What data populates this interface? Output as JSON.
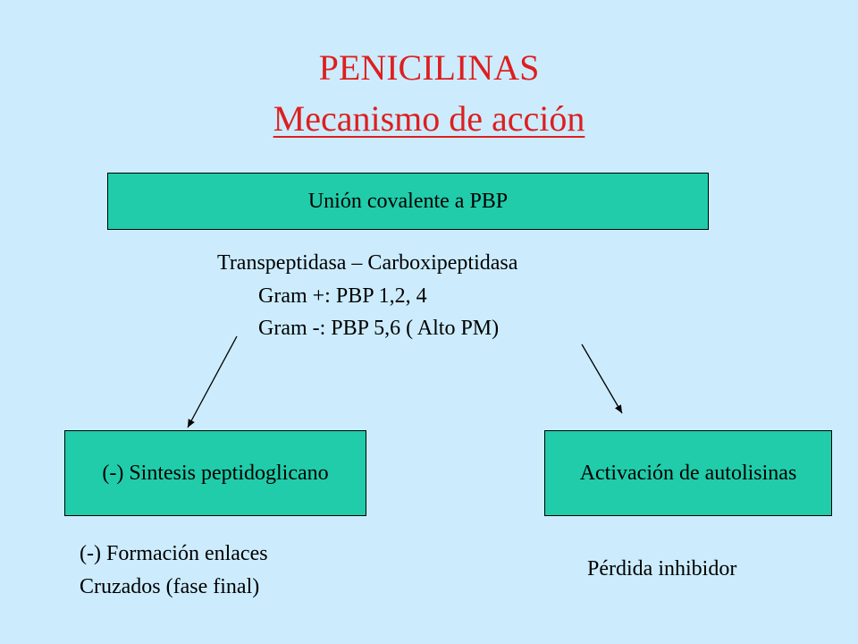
{
  "slide": {
    "title": "PENICILINAS",
    "subtitle": "Mecanismo de acción"
  },
  "boxes": {
    "top": "Unión covalente a PBP",
    "left": "(-) Sintesis peptidoglicano",
    "right": "Activación de autolisinas"
  },
  "details": {
    "enzymes": "Transpeptidasa – Carboxipeptidasa",
    "gram_positive": "Gram +: PBP 1,2, 4",
    "gram_negative": "Gram -: PBP 5,6 ( Alto PM)"
  },
  "left_effect": {
    "line1": "(-) Formación enlaces",
    "line2": "Cruzados (fase final)"
  },
  "right_effect": "Pérdida inhibidor",
  "colors": {
    "background": "#ccecfe",
    "title": "#dd1f1f",
    "box_fill": "#21ccaa"
  }
}
